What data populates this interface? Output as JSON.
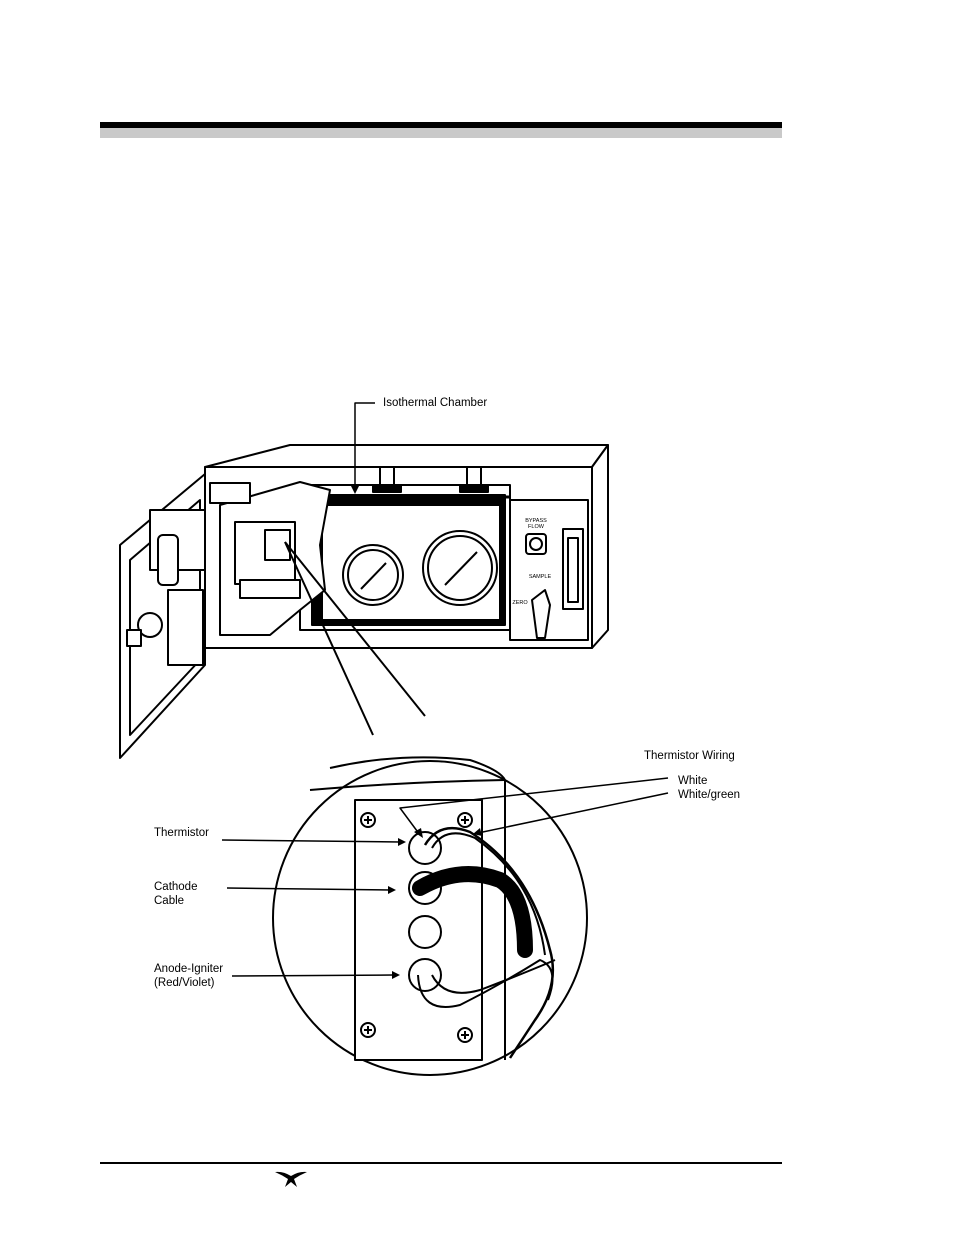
{
  "figure": {
    "callouts": {
      "isothermal_chamber": "Isothermal Chamber",
      "thermistor_wiring": "Thermistor Wiring",
      "white": "White",
      "white_green": "White/green",
      "thermistor": "Thermistor",
      "cathode_cable": "Cathode\nCable",
      "anode_igniter": "Anode-Igniter\n(Red/Violet)"
    },
    "panel": {
      "bypass_flow": "BYPASS\nFLOW",
      "sample": "SAMPLE",
      "zero": "ZERO"
    }
  },
  "footer": {
    "logo_icon": "teledyne-logo-icon"
  }
}
